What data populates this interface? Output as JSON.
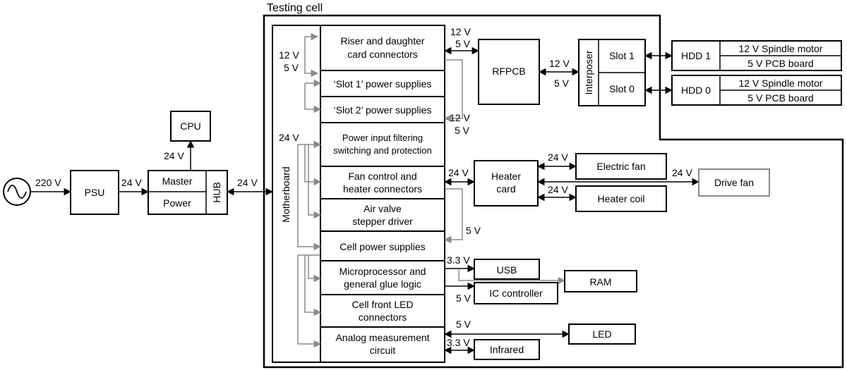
{
  "colors": {
    "line": "#000000",
    "secondary_line": "#8a8a8a",
    "background": "#ffffff"
  },
  "icons": {
    "ac_source": "ac-sine-source-icon"
  },
  "labels": {
    "testing_cell": "Testing cell",
    "psu": "PSU",
    "cpu": "CPU",
    "master": "Master",
    "power": "Power",
    "hub": "HUB",
    "motherboard": "Motherboard",
    "riser": [
      "Riser and daughter",
      "card connectors"
    ],
    "slot1_ps": "‘Slot 1’ power supplies",
    "slot2_ps": "‘Slot 2’ power supplies",
    "power_input": [
      "Power input filtering",
      "switching and protection"
    ],
    "fan_control": [
      "Fan control and",
      "heater connectors"
    ],
    "air_valve": [
      "Air valve",
      "stepper driver"
    ],
    "cell_ps": "Cell power supplies",
    "micro": [
      "Microprocessor and",
      "general glue logic"
    ],
    "led_conn": [
      "Cell front LED",
      "connectors"
    ],
    "analog": [
      "Analog measurement",
      "circuit"
    ],
    "rfpcb": "RFPCB",
    "interposer": "Interposer",
    "slot1": "Slot 1",
    "slot0": "Slot 0",
    "hdd1": "HDD 1",
    "hdd0": "HDD 0",
    "spindle": "12 V Spindle motor",
    "pcb_board": "5 V PCB board",
    "heater_card": [
      "Heater",
      "card"
    ],
    "electric_fan": "Electric fan",
    "heater_coil": "Heater coil",
    "drive_fan": "Drive fan",
    "usb": "USB",
    "ram": "RAM",
    "ic_controller": "IC controller",
    "led": "LED",
    "infrared": "Infrared"
  },
  "voltages": {
    "v220": "220 V",
    "v24": "24 V",
    "v12": "12 V",
    "v5": "5 V",
    "v3_3": "3.3 V"
  }
}
